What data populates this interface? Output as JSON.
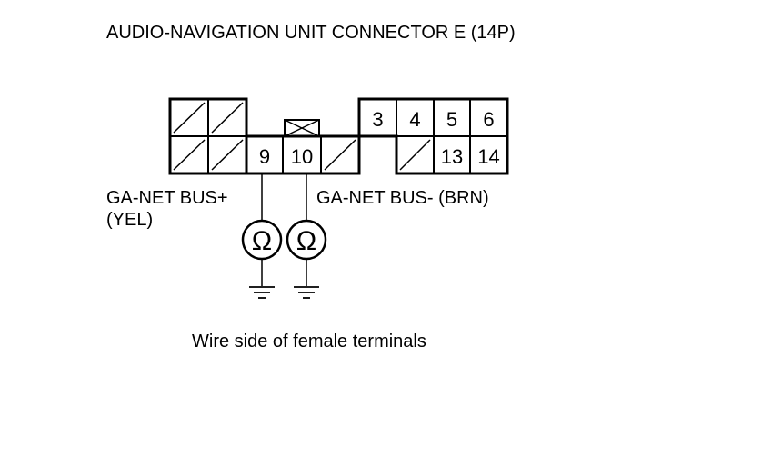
{
  "title": "AUDIO-NAVIGATION UNIT CONNECTOR E (14P)",
  "connector": {
    "terminals_top": [
      "3",
      "4",
      "5",
      "6"
    ],
    "terminals_bottom": [
      "9",
      "10",
      "13",
      "14"
    ]
  },
  "wires": {
    "bus_plus_line1": "GA-NET BUS+",
    "bus_plus_line2": "(YEL)",
    "bus_minus": "GA-NET BUS- (BRN)"
  },
  "meter_symbol": "Ω",
  "caption": "Wire side of female terminals"
}
